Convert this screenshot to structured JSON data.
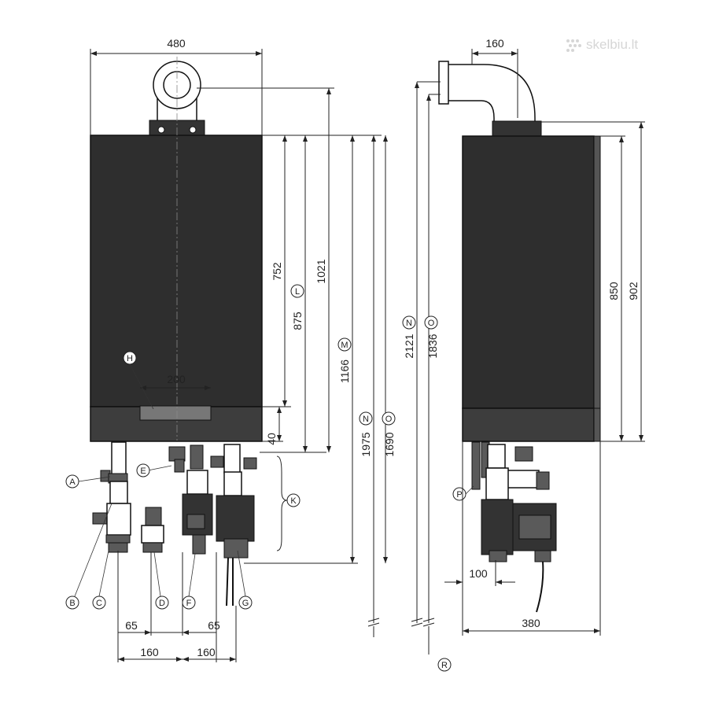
{
  "watermark": "skelbiu.lt",
  "front_view": {
    "width": "480",
    "pipe_spacing": "200",
    "dim_752": "752",
    "dim_875": "875",
    "dim_1021": "1021",
    "dim_1166": "1166",
    "dim_40": "40",
    "dim_1975": "1975",
    "dim_1690": "1690",
    "spacing_65_left": "65",
    "spacing_65_right": "65",
    "spacing_160_left": "160",
    "spacing_160_right": "160"
  },
  "side_view": {
    "flue_offset": "160",
    "dim_2121": "2121",
    "dim_1836": "1836",
    "dim_850": "850",
    "dim_902": "902",
    "dim_100": "100",
    "depth": "380"
  },
  "markers": {
    "A": "A",
    "B": "B",
    "C": "C",
    "D": "D",
    "E": "E",
    "F": "F",
    "G": "G",
    "H": "H",
    "K": "K",
    "L": "L",
    "M": "M",
    "N": "N",
    "O": "O",
    "P": "P",
    "R": "R"
  }
}
